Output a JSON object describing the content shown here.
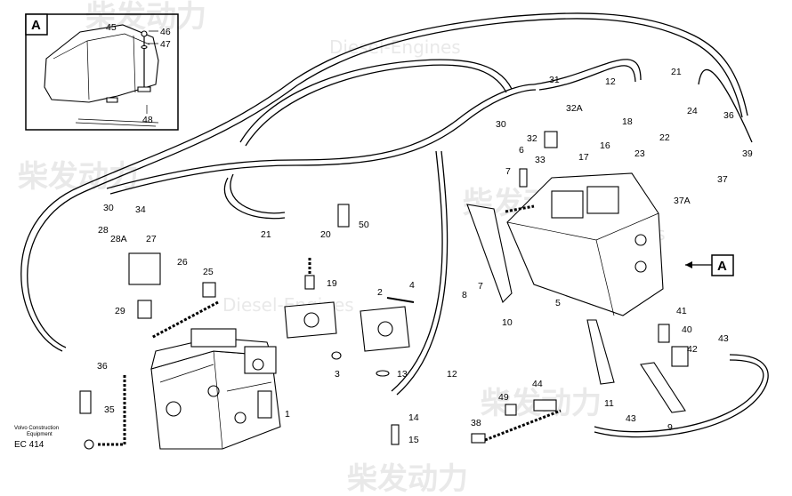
{
  "detail_marker": "A",
  "reference_marker": "A",
  "manufacturer_caption": [
    "Volvo Construction",
    "Equipment"
  ],
  "drawing_code": "EC 414",
  "watermark": {
    "brand_cn": "柴发动力",
    "brand_en": "Diesel-Engines"
  },
  "callouts": {
    "p45": "45",
    "p46": "46",
    "p47": "47",
    "p48": "48",
    "p31": "31",
    "p32A": "32A",
    "p30": "30",
    "p32": "32",
    "p33": "33",
    "p6": "6",
    "p7a": "7",
    "p7b": "7",
    "p8": "8",
    "p10": "10",
    "p5": "5",
    "p12a": "12",
    "p12b": "12",
    "p18": "18",
    "p16": "16",
    "p17": "17",
    "p23": "23",
    "p22": "22",
    "p24": "24",
    "p21a": "21",
    "p21b": "21",
    "p36a": "36",
    "p36b": "36",
    "p39": "39",
    "p37": "37",
    "p37A": "37A",
    "p41": "41",
    "p40": "40",
    "p42": "42",
    "p43a": "43",
    "p43b": "43",
    "p11": "11",
    "p9": "9",
    "p34": "34",
    "p28": "28",
    "p28A": "28A",
    "p27": "27",
    "p26": "26",
    "p25": "25",
    "p29": "29",
    "p50": "50",
    "p20": "20",
    "p19": "19",
    "p4": "4",
    "p2": "2",
    "p3": "3",
    "p13": "13",
    "p14": "14",
    "p15": "15",
    "p1": "1",
    "p35": "35",
    "p44": "44",
    "p49": "49",
    "p38": "38"
  }
}
